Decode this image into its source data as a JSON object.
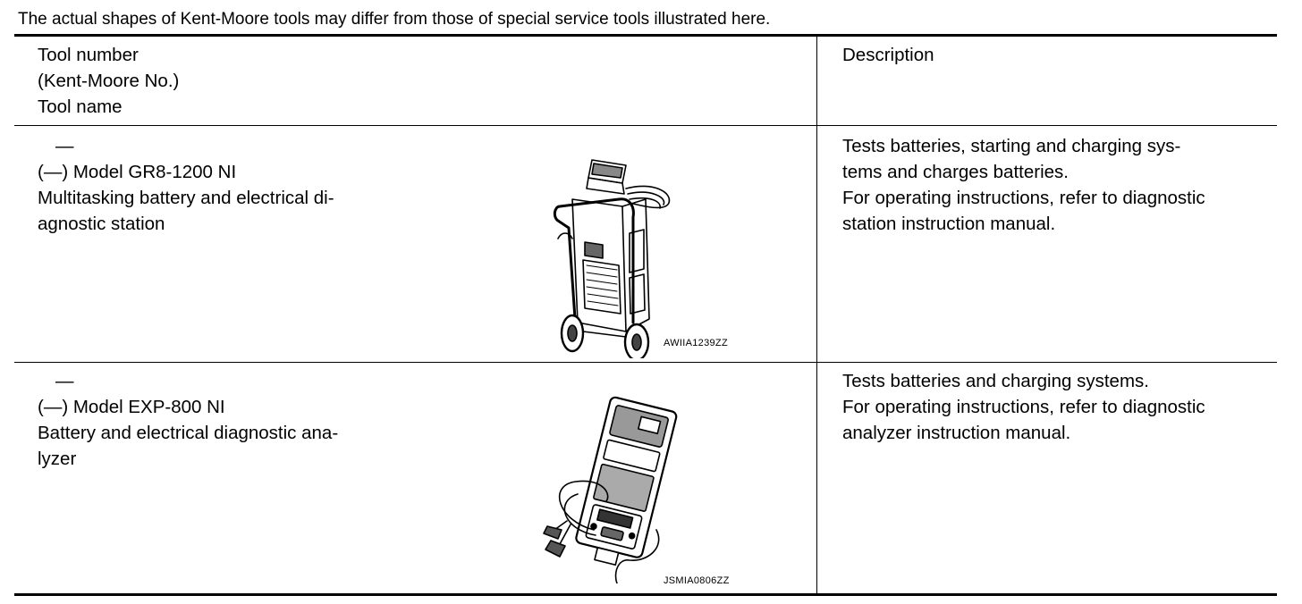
{
  "note": "The actual shapes of Kent-Moore tools may differ from those of special service tools illustrated here.",
  "header": {
    "tool_lines": [
      "Tool number",
      "(Kent-Moore No.)",
      "Tool name"
    ],
    "description": "Description"
  },
  "rows": [
    {
      "tool_number": "—",
      "kent_moore": "(—) Model GR8-1200 NI",
      "name_lines": [
        "Multitasking battery and electrical di-",
        "agnostic station"
      ],
      "image_code": "AWIIA1239ZZ",
      "description_lines": [
        "Tests batteries, starting and charging sys-",
        "tems and charges batteries.",
        "For operating instructions, refer to diagnostic",
        "station instruction manual."
      ]
    },
    {
      "tool_number": "—",
      "kent_moore": "(—) Model EXP-800 NI",
      "name_lines": [
        "Battery and electrical diagnostic ana-",
        "lyzer"
      ],
      "image_code": "JSMIA0806ZZ",
      "description_lines": [
        "Tests batteries and charging systems.",
        "For operating instructions, refer to diagnostic",
        "analyzer instruction manual."
      ]
    }
  ]
}
